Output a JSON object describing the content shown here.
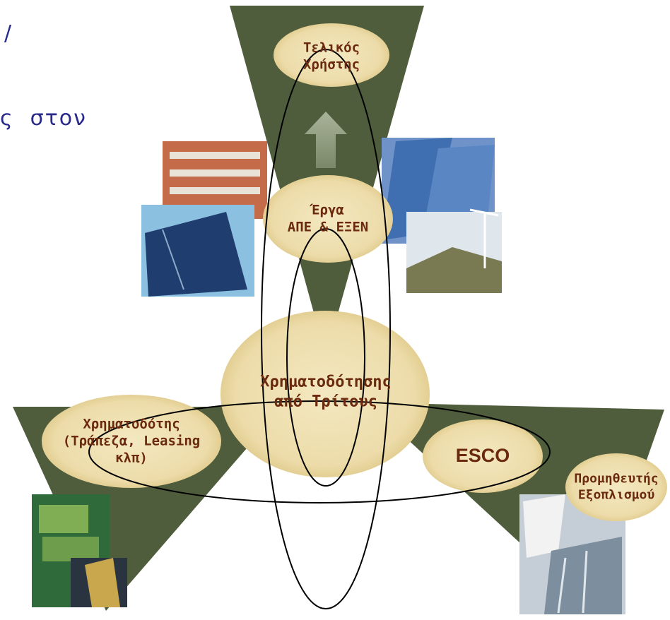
{
  "background_text": {
    "fragment": "ς  στον",
    "top_mark": "/"
  },
  "nodes": {
    "end_user": {
      "lines": [
        "Τελικός",
        "Χρήστης"
      ]
    },
    "projects": {
      "lines": [
        "Έργα",
        "ΑΠΕ & ΕΞΕΝ"
      ]
    },
    "third_party_financing": {
      "lines": [
        "Χρηματοδότησης",
        "από Τρίτους"
      ]
    },
    "financier": {
      "lines": [
        "Χρηματοδότης",
        "(Τράπεζα, Leasing",
        "κλπ)"
      ]
    },
    "esco": {
      "lines": [
        "ESCO"
      ]
    },
    "supplier": {
      "lines": [
        "Προμηθευτής",
        "Εξοπλισμού"
      ]
    }
  },
  "colors": {
    "wedge": "#4f5d3c",
    "ellipse_fill": "#efe2b3",
    "label_text": "#6b2a0f",
    "outline": "#000000",
    "arrow": "#8c9979",
    "background_text": "#2a2a8c"
  }
}
